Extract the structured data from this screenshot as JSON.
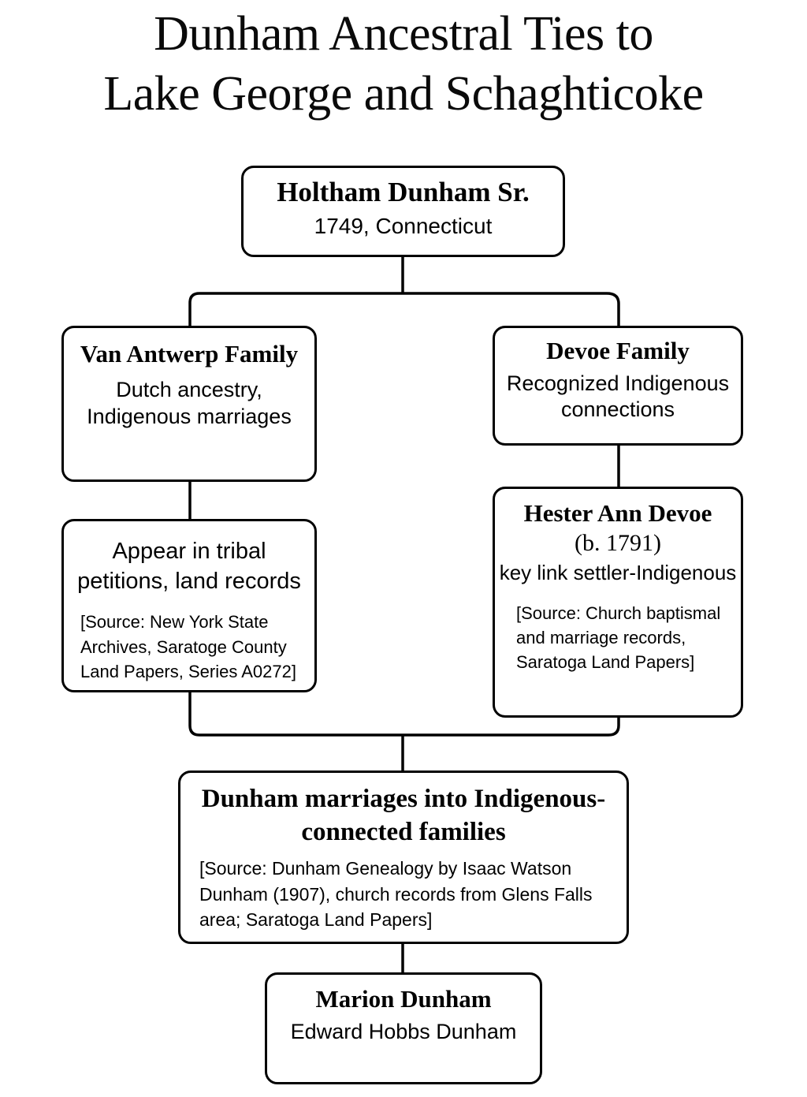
{
  "title": {
    "line1": "Dunham Ancestral Ties to",
    "line2": "Lake George and Schaghticoke"
  },
  "nodes": {
    "root": {
      "name": "Holtham Dunham Sr.",
      "detail": "1749,  Connecticut"
    },
    "van_antwerp": {
      "name": "Van Antwerp Family",
      "detail": "Dutch ancestry, Indigenous marriages"
    },
    "devoe": {
      "name": "Devoe Family",
      "detail": "Recognized Indigenous connections"
    },
    "petitions": {
      "detail": "Appear in tribal petitions, land records",
      "source": "[Source: New York State Archives, Saratoge County Land Papers, Series A0272]"
    },
    "hester": {
      "name": "Hester Ann Devoe",
      "birth": "(b. 1791)",
      "detail": "key link settler-Indigenous",
      "source": "[Source: Church baptismal and marriage records, Saratoga Land Papers]"
    },
    "marriages": {
      "name": "Dunham marriages into Indigenous-connected families",
      "source": "[Source: Dunham Genealogy by Isaac Watson Dunham (1907), church records from Glens Falls area; Saratoga Land Papers]"
    },
    "marion": {
      "name": "Marion Dunham",
      "detail": "Edward Hobbs Dunham"
    }
  },
  "colors": {
    "background": "#ffffff",
    "stroke": "#000000",
    "text": "#000000"
  }
}
